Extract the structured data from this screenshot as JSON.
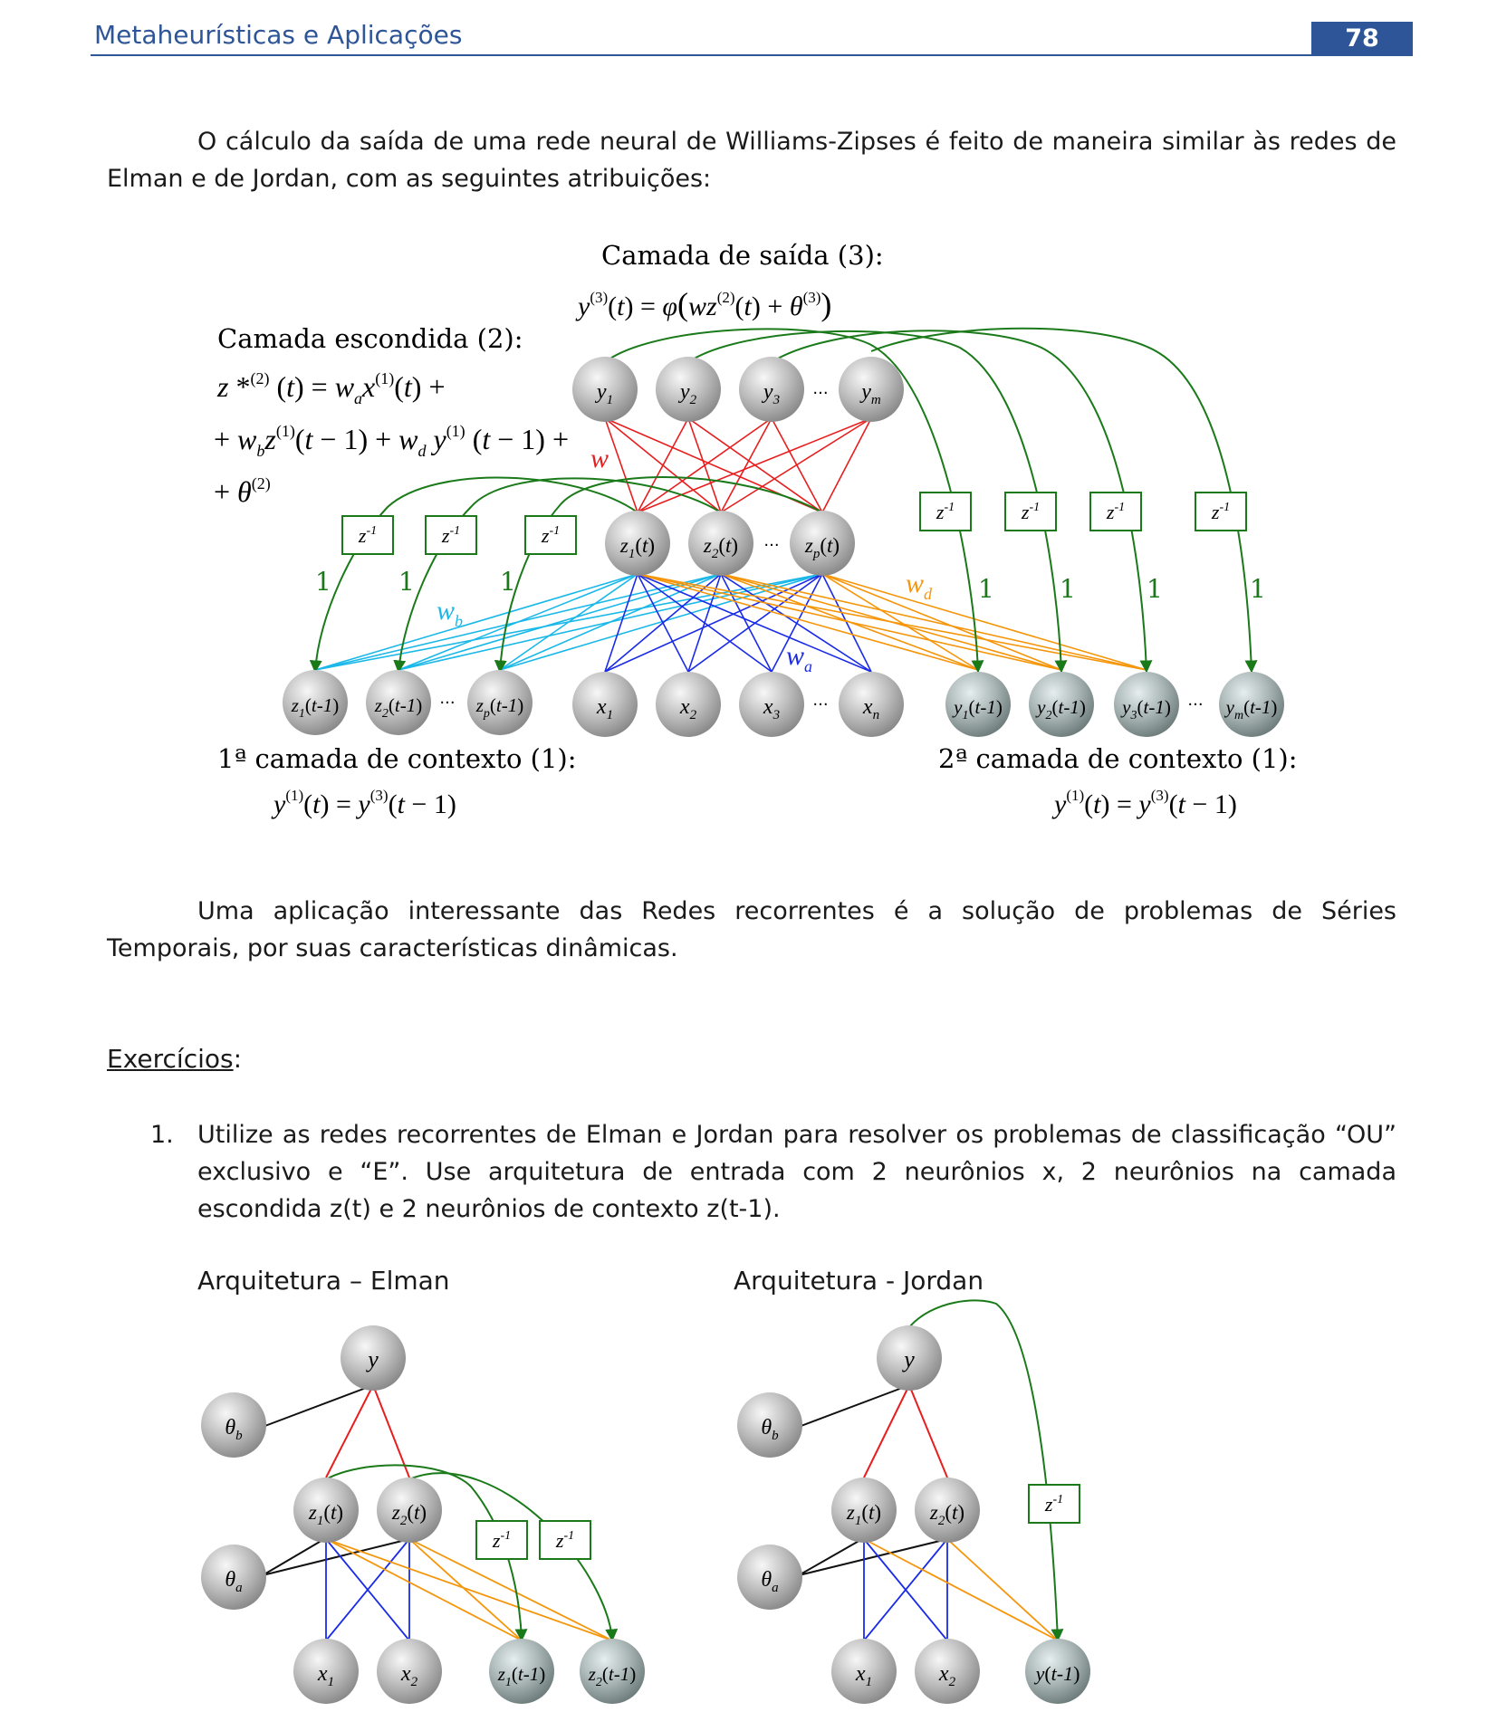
{
  "header": {
    "title": "Metaheurísticas e Aplicações",
    "page_number": "78"
  },
  "paragraph1": "O cálculo da saída de uma rede neural de Williams-Zipses é feito de maneira similar às redes de Elman e de Jordan, com as seguintes atribuições:",
  "diagram1": {
    "output_layer_title": "Camada de saída (3):",
    "hidden_layer_title": "Camada escondida (2):",
    "context1_title": "1ª camada de contexto (1):",
    "context2_title": "2ª camada de contexto (1):",
    "w_label": "w",
    "wb_label": "w",
    "wb_sub": "b",
    "wd_label": "w",
    "wd_sub": "d",
    "wa_label": "w",
    "wa_sub": "a",
    "one": "1",
    "delay_label": "z",
    "delay_exp": "-1",
    "ellipsis": "···"
  },
  "paragraph2": "Uma aplicação interessante das Redes recorrentes é a solução de problemas de Séries Temporais, por suas características dinâmicas.",
  "exercises": {
    "title": "Exercícios",
    "colon": ":",
    "item1_number": "1.",
    "item1_text": "Utilize as redes recorrentes de Elman e Jordan para resolver os problemas de classificação “OU” exclusivo e “E”. Use arquitetura de entrada com 2 neurônios x, 2 neurônios na camada escondida z(t) e 2 neurônios de contexto z(t-1)."
  },
  "architectures": {
    "elman_label": "Arquitetura – Elman",
    "jordan_label": "Arquitetura - Jordan"
  },
  "colors": {
    "header_blue": "#2e5597",
    "green": "#1a7a1a",
    "red": "#e81e1e",
    "cyan": "#1ab8e8",
    "blue": "#1a2be8",
    "orange": "#f5960a"
  }
}
